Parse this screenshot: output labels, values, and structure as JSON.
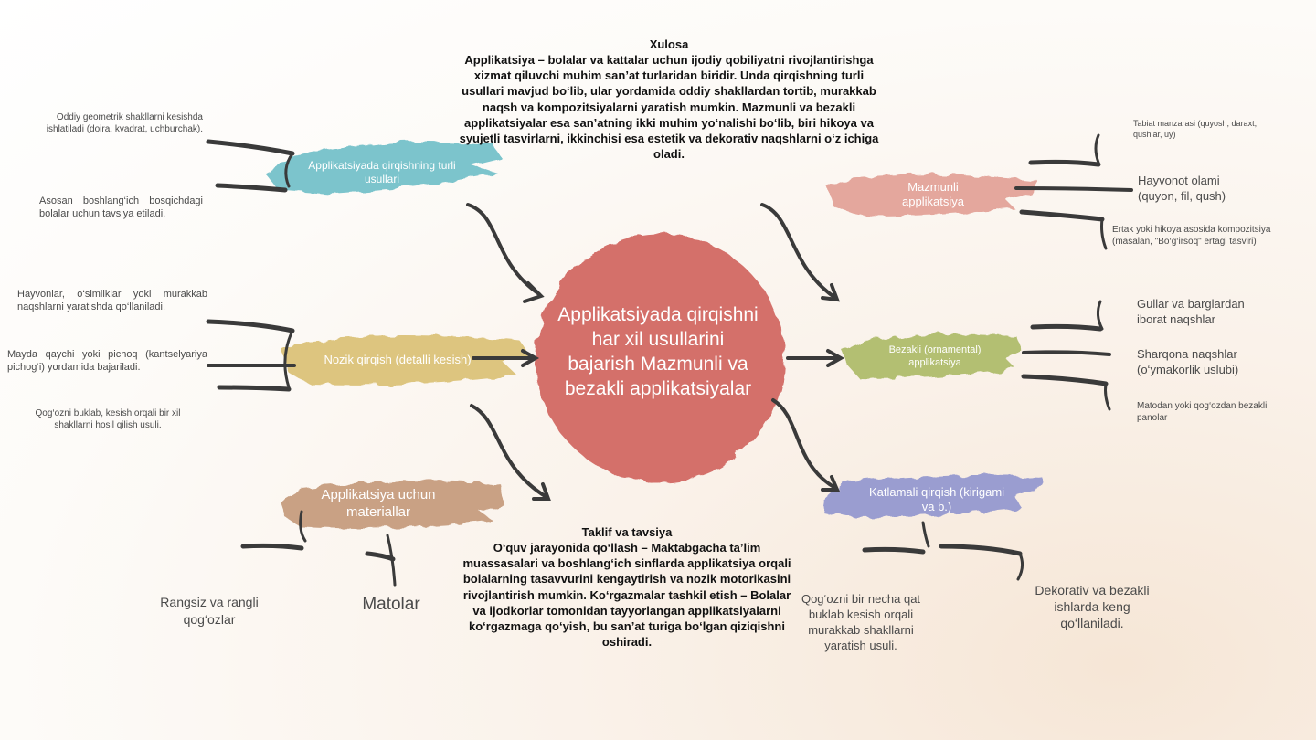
{
  "center": {
    "title": "Applikatsiyada qirqishni har xil usullarini bajarish Mazmunli va bezakli applikatsiyalar",
    "color": "#d4706b"
  },
  "conclusion": {
    "heading": "Xulosa",
    "body": "Applikatsiya – bolalar va kattalar uchun ijodiy qobiliyatni rivojlantirishga xizmat qiluvchi muhim san’at turlaridan biridir. Unda qirqishning turli usullari mavjud bo‘lib, ular yordamida oddiy shakllardan tortib, murakkab naqsh va kompozitsiyalarni yaratish mumkin. Mazmunli va bezakli applikatsiyalar esa san’atning ikki muhim yo‘nalishi bo‘lib, biri hikoya va syujetli tasvirlarni, ikkinchisi esa estetik va dekorativ naqshlarni o‘z ichiga oladi."
  },
  "suggestion": {
    "heading": "Taklif va tavsiya",
    "body": "O‘quv jarayonida qo‘llash – Maktabgacha ta’lim muassasalari va boshlang‘ich sinflarda applikatsiya orqali bolalarning tasavvurini kengaytirish va nozik motorikasini rivojlantirish mumkin. Ko‘rgazmalar tashkil etish – Bolalar va ijodkorlar tomonidan tayyorlangan applikatsiyalarni ko‘rgazmaga qo‘yish, bu san’at turiga bo‘lgan qiziqishni oshiradi."
  },
  "branches": {
    "methods": {
      "label": "Applikatsiyada qirqishning turli usullari",
      "color": "#7cc4cc",
      "items": [
        "Oddiy geometrik shakllarni kesishda ishlatiladi (doira, kvadrat, uchburchak).",
        "Asosan boshlang‘ich bosqichdagi bolalar uchun tavsiya etiladi."
      ]
    },
    "fine": {
      "label": "Nozik qirqish (detalli kesish)",
      "color": "#ddc57f",
      "items": [
        "Hayvonlar, o‘simliklar yoki murakkab naqshlarni yaratishda qo‘llaniladi.",
        "Mayda qaychi yoki pichoq (kantselyariya pichog‘i) yordamida bajariladi.",
        "Qog‘ozni buklab, kesish orqali bir xil shakllarni hosil qilish usuli."
      ]
    },
    "materials": {
      "label": "Applikatsiya uchun materiallar",
      "color": "#c9a184",
      "items": [
        "Rangsiz va rangli qog‘ozlar",
        "Matolar"
      ]
    },
    "content": {
      "label": "Mazmunli applikatsiya",
      "color": "#e4a79d",
      "items": [
        "Tabiat manzarasi (quyosh, daraxt, qushlar, uy)",
        "Hayvonot olami (quyon, fil, qush)",
        "Ertak yoki hikoya asosida kompozitsiya (masalan, \"Bo‘g‘irsoq\" ertagi tasviri)"
      ]
    },
    "decorative": {
      "label": "Bezakli (ornamental) applikatsiya",
      "color": "#b3bf72",
      "items": [
        "Gullar va barglardan iborat naqshlar",
        "Sharqona naqshlar (o‘ymakorlik uslubi)",
        "Matodan yoki qog‘ozdan bezakli panolar"
      ]
    },
    "layered": {
      "label": "Katlamali qirqish (kirigami va b.)",
      "color": "#9a9dd0",
      "items": [
        "Qog‘ozni bir necha qat buklab kesish orqali murakkab shakllarni yaratish usuli.",
        "Dekorativ va bezakli ishlarda keng qo‘llaniladi."
      ]
    }
  },
  "stroke_color": "#3a3a3a"
}
